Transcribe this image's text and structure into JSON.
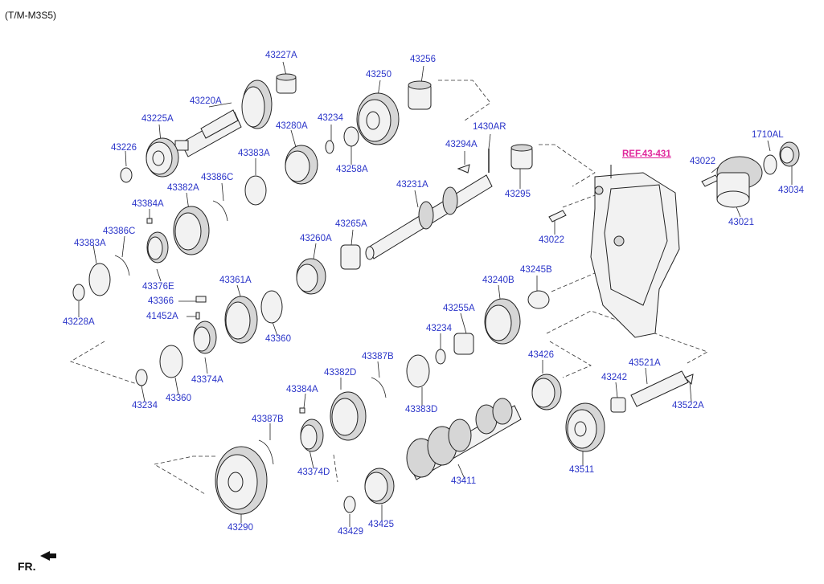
{
  "diagram": {
    "model_code": "(T/M-M3S5)",
    "front_indicator": "FR.",
    "reference_link": "REF.43-431",
    "part_labels": [
      {
        "id": "p43227A",
        "text": "43227A"
      },
      {
        "id": "p43256",
        "text": "43256"
      },
      {
        "id": "p43250",
        "text": "43250"
      },
      {
        "id": "p43220A",
        "text": "43220A"
      },
      {
        "id": "p43234a",
        "text": "43234"
      },
      {
        "id": "p43280A",
        "text": "43280A"
      },
      {
        "id": "p1430AR",
        "text": "1430AR"
      },
      {
        "id": "p43225A",
        "text": "43225A"
      },
      {
        "id": "p43294A",
        "text": "43294A"
      },
      {
        "id": "p43226",
        "text": "43226"
      },
      {
        "id": "p43258A",
        "text": "43258A"
      },
      {
        "id": "p43383Aa",
        "text": "43383A"
      },
      {
        "id": "p1710AL",
        "text": "1710AL"
      },
      {
        "id": "p43022a",
        "text": "43022"
      },
      {
        "id": "p43386Ca",
        "text": "43386C"
      },
      {
        "id": "p43382A",
        "text": "43382A"
      },
      {
        "id": "p43231A",
        "text": "43231A"
      },
      {
        "id": "p43295",
        "text": "43295"
      },
      {
        "id": "p43034",
        "text": "43034"
      },
      {
        "id": "p43384Aa",
        "text": "43384A"
      },
      {
        "id": "p43021",
        "text": "43021"
      },
      {
        "id": "p43265A",
        "text": "43265A"
      },
      {
        "id": "p43386Cb",
        "text": "43386C"
      },
      {
        "id": "p43022b",
        "text": "43022"
      },
      {
        "id": "p43383Ab",
        "text": "43383A"
      },
      {
        "id": "p43260A",
        "text": "43260A"
      },
      {
        "id": "p43245B",
        "text": "43245B"
      },
      {
        "id": "p43361A",
        "text": "43361A"
      },
      {
        "id": "p43376E",
        "text": "43376E"
      },
      {
        "id": "p43240B",
        "text": "43240B"
      },
      {
        "id": "p43366",
        "text": "43366"
      },
      {
        "id": "p43255A",
        "text": "43255A"
      },
      {
        "id": "p41452A",
        "text": "41452A"
      },
      {
        "id": "p43228A",
        "text": "43228A"
      },
      {
        "id": "p43234b",
        "text": "43234"
      },
      {
        "id": "p43360a",
        "text": "43360"
      },
      {
        "id": "p43426",
        "text": "43426"
      },
      {
        "id": "p43387Ba",
        "text": "43387B"
      },
      {
        "id": "p43521A",
        "text": "43521A"
      },
      {
        "id": "p43382D",
        "text": "43382D"
      },
      {
        "id": "p43242",
        "text": "43242"
      },
      {
        "id": "p43374A",
        "text": "43374A"
      },
      {
        "id": "p43360b",
        "text": "43360"
      },
      {
        "id": "p43234c",
        "text": "43234"
      },
      {
        "id": "p43384Ab",
        "text": "43384A"
      },
      {
        "id": "p43383D",
        "text": "43383D"
      },
      {
        "id": "p43522A",
        "text": "43522A"
      },
      {
        "id": "p43387Bb",
        "text": "43387B"
      },
      {
        "id": "p43511",
        "text": "43511"
      },
      {
        "id": "p43374D",
        "text": "43374D"
      },
      {
        "id": "p43411",
        "text": "43411"
      },
      {
        "id": "p43290",
        "text": "43290"
      },
      {
        "id": "p43425",
        "text": "43425"
      },
      {
        "id": "p43429",
        "text": "43429"
      }
    ]
  }
}
